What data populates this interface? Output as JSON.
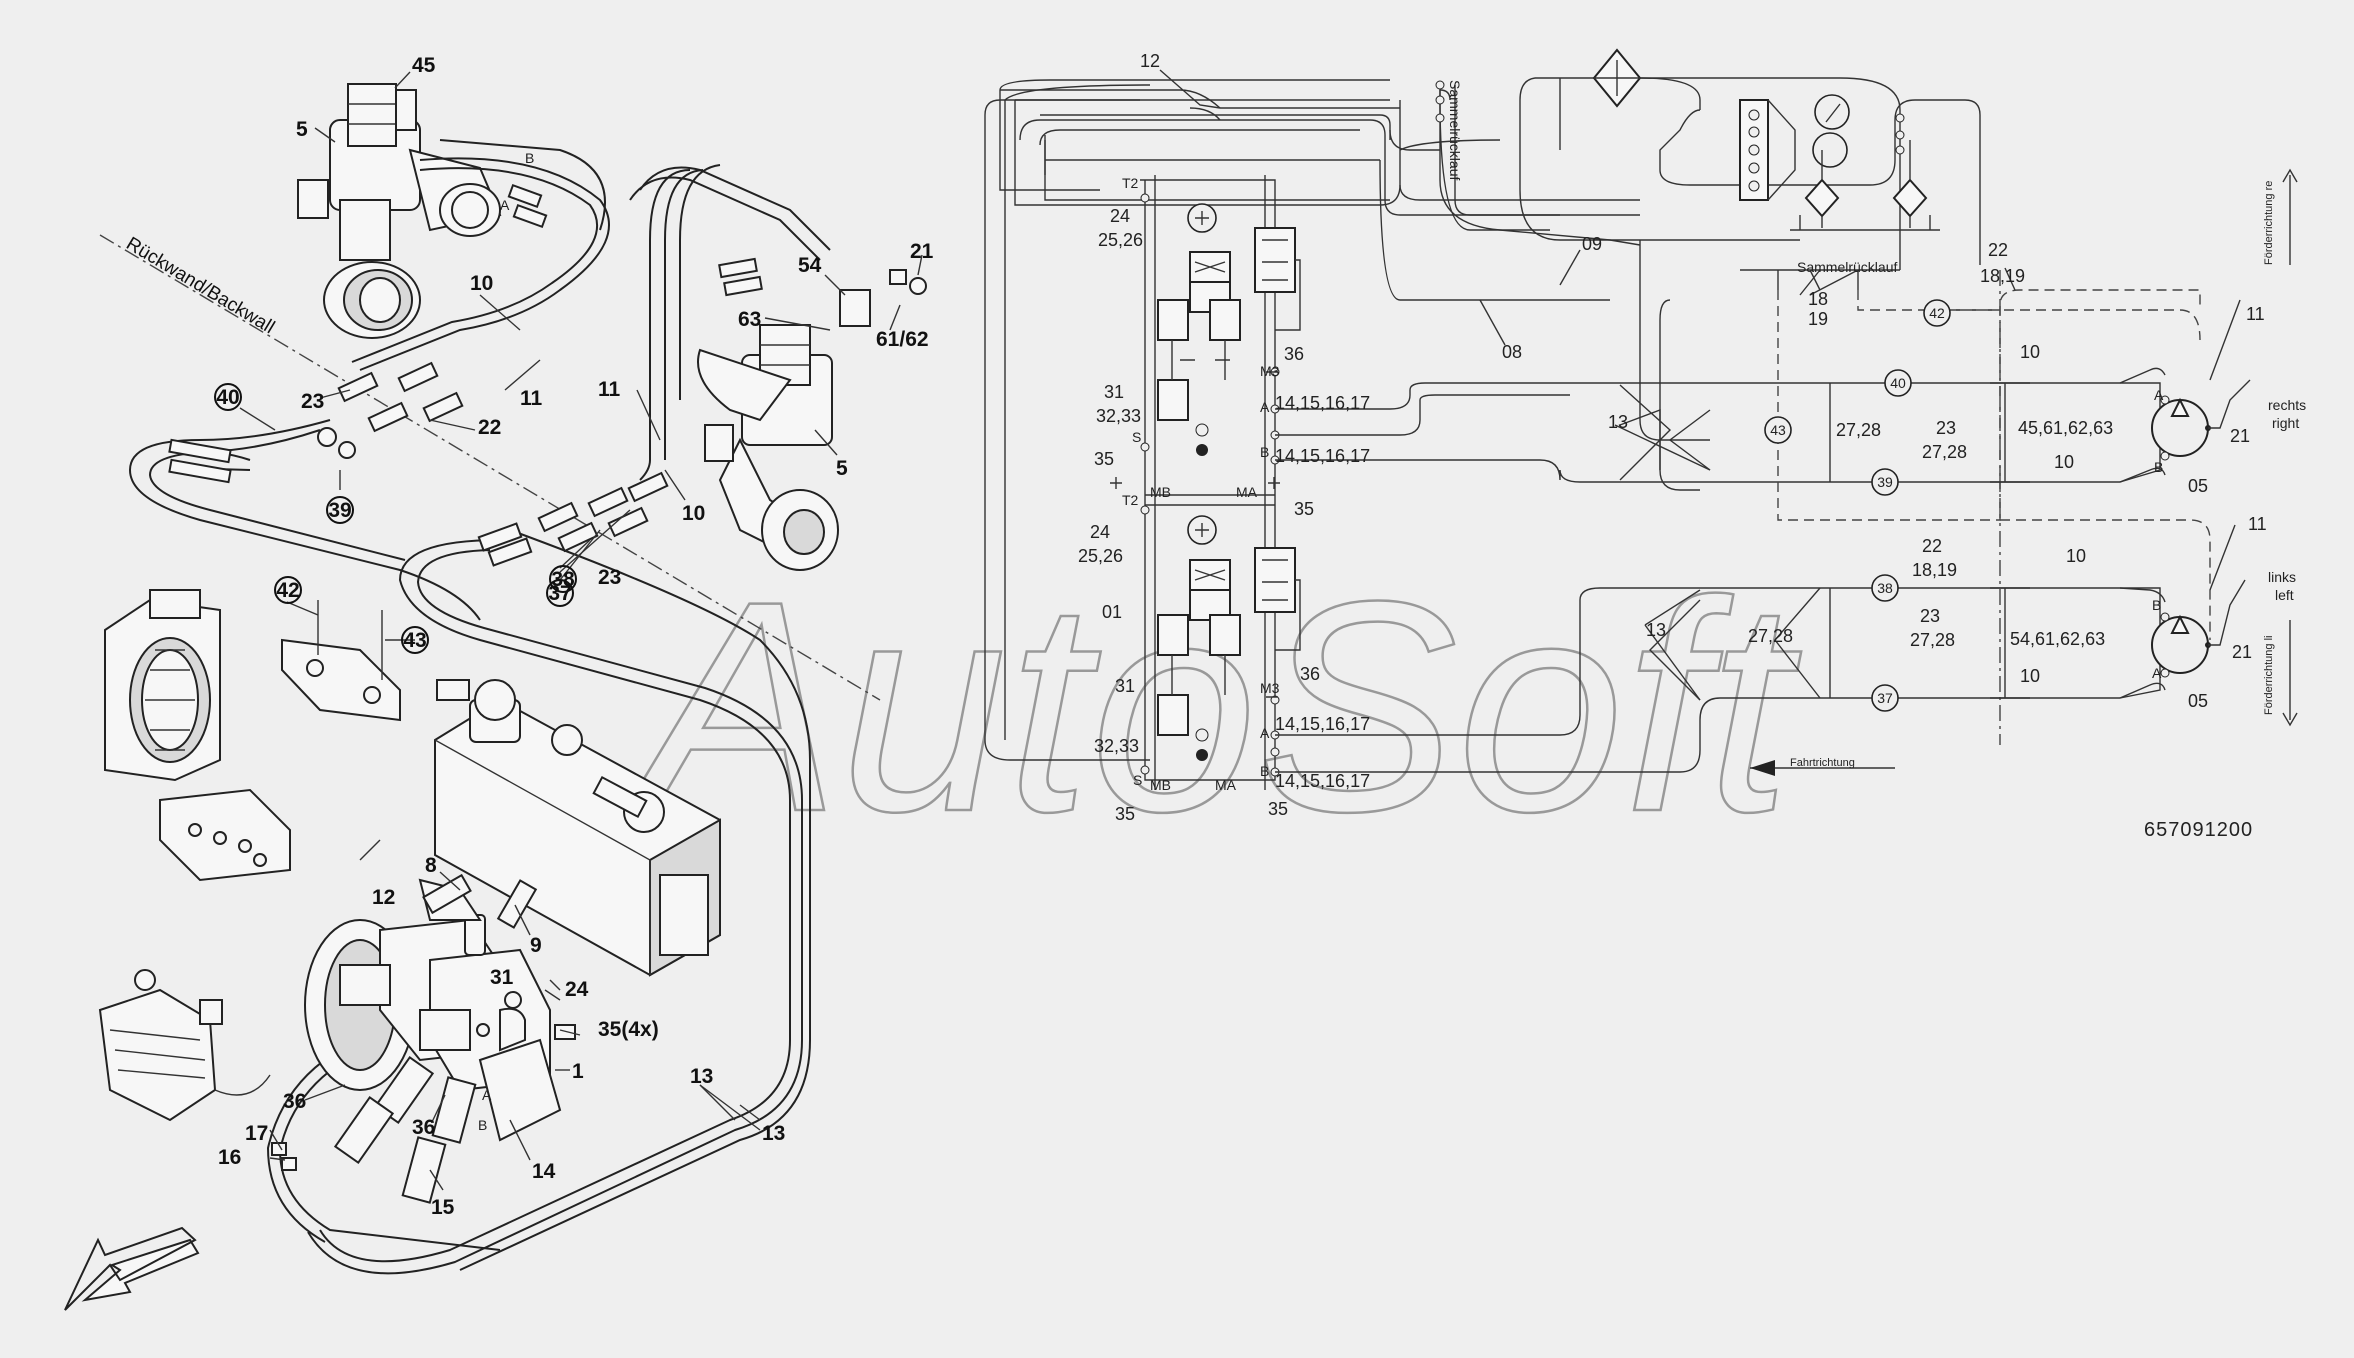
{
  "left_drawing": {
    "backwall_label": "Rückwand/Backwall",
    "callouts": {
      "c45": "45",
      "c5a": "5",
      "c10a": "10",
      "c11a": "11",
      "c40": "40",
      "c23a": "23",
      "c22a": "22",
      "c39": "39",
      "c21a": "21",
      "c54": "54",
      "c63": "63",
      "c61_62": "61/62",
      "c11b": "11",
      "c5b": "5",
      "c10b": "10",
      "c38": "38",
      "c37": "37",
      "c23b": "23",
      "c42": "42",
      "c43": "43",
      "c12": "12",
      "c8": "8",
      "c9": "9",
      "c24": "24",
      "c31": "31",
      "c35_4x": "35(4x)",
      "c1": "1",
      "c36a": "36",
      "c36b": "36",
      "c17": "17",
      "c16": "16",
      "c14": "14",
      "c15": "15",
      "c13a": "13",
      "c13b": "13"
    },
    "port_letters": {
      "b1": "B",
      "a1": "A",
      "b2": "B",
      "a2": "A"
    }
  },
  "schematic": {
    "labels": {
      "s12": "12",
      "sammel_v": "Sammelrücklauf",
      "s09": "09",
      "s08": "08",
      "t2a": "T2",
      "s24a": "24",
      "s2526a": "25,26",
      "s31a": "31",
      "s3233a": "32,33",
      "s35a": "35",
      "m3a": "M3",
      "s36a": "36",
      "s1417a": "14,15,16,17",
      "s1417b": "14,15,16,17",
      "mb1": "MB",
      "ma1": "MA",
      "s35b": "35",
      "sa": "S",
      "aa": "A",
      "ba": "B",
      "t2b": "T2",
      "s24b": "24",
      "s2526b": "25,26",
      "s01": "01",
      "s31b": "31",
      "s3233b": "32,33",
      "m3b": "M3",
      "s36b": "36",
      "s1417c": "14,15,16,17",
      "s1417d": "14,15,16,17",
      "mb2": "MB",
      "ma2": "MA",
      "s35c": "35",
      "s35d": "35",
      "sb": "S",
      "ab": "A",
      "bb": "B",
      "sammel_h": "Sammelrücklauf",
      "s22a": "22",
      "s1819a": "18,19",
      "s18": "18",
      "s19": "19",
      "s42": "42",
      "s11a": "11",
      "s10a": "10",
      "s40": "40",
      "s13a": "13",
      "s43": "43",
      "s2728a": "27,28",
      "s23a": "23",
      "s2728b": "27,28",
      "s4561": "45,61,62,63",
      "pa1": "A",
      "s21a": "21",
      "rechts": "rechts",
      "right": "right",
      "s39": "39",
      "s10b": "10",
      "pb1": "B",
      "s05a": "05",
      "s22b": "22",
      "s1819b": "18,19",
      "s11b": "11",
      "s10c": "10",
      "s38": "38",
      "s13b": "13",
      "s2728c": "27,28",
      "s23b": "23",
      "s2728d": "27,28",
      "s5461": "54,61,62,63",
      "pb2": "B",
      "s21b": "21",
      "links": "links",
      "left": "left",
      "s37": "37",
      "s10d": "10",
      "pa2": "A",
      "s05b": "05",
      "fahrrichtung": "Fahrtrichtung",
      "foerder_re": "Förderrichtung re",
      "foerder_li": "Förderrichtung li",
      "docnum": "657091200"
    }
  },
  "watermark": "AutoSoft"
}
